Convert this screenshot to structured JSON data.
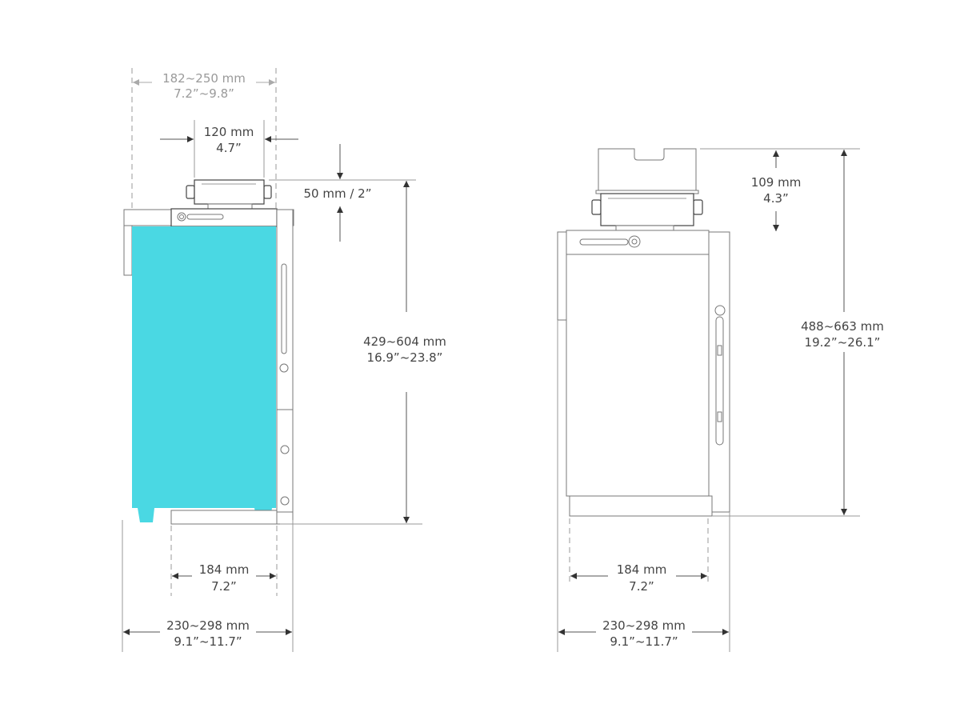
{
  "colors": {
    "pc_body": "#4ad8e3",
    "line": "#555555",
    "text": "#444444",
    "muted_text": "#9a9a9a"
  },
  "left_view": {
    "clamp_range": {
      "mm": "182~250 mm",
      "inch": "7.2”~9.8”"
    },
    "clamp_width": {
      "mm": "120 mm",
      "inch": "4.7”"
    },
    "clamp_height": {
      "label": "50 mm / 2”"
    },
    "height_range": {
      "mm": "429~604 mm",
      "inch": "16.9”~23.8”"
    },
    "base_width": {
      "mm": "184 mm",
      "inch": "7.2”"
    },
    "total_width": {
      "mm": "230~298 mm",
      "inch": "9.1”~11.7”"
    }
  },
  "right_view": {
    "top_height": {
      "mm": "109 mm",
      "inch": "4.3”"
    },
    "height_range": {
      "mm": "488~663 mm",
      "inch": "19.2”~26.1”"
    },
    "base_width": {
      "mm": "184 mm",
      "inch": "7.2”"
    },
    "total_width": {
      "mm": "230~298 mm",
      "inch": "9.1”~11.7”"
    }
  }
}
